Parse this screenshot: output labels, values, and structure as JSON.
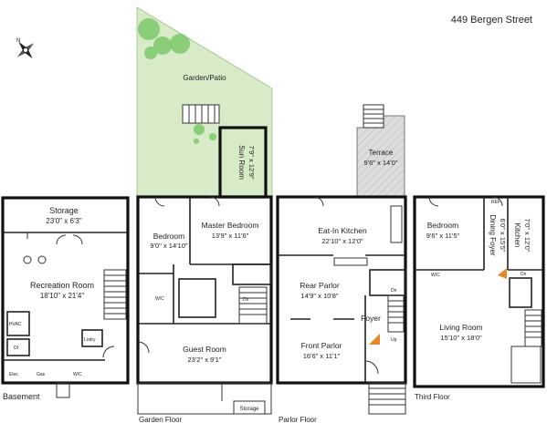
{
  "address": "449 Bergen Street",
  "floors": {
    "basement": {
      "label": "Basement",
      "rooms": [
        {
          "name": "Storage",
          "dims": "23'0\" x 6'3\""
        },
        {
          "name": "Recreation Room",
          "dims": "18'10\" x 21'4\""
        }
      ],
      "small_labels": [
        "HVAC",
        "DI",
        "Lndry",
        "Elec",
        "Gas",
        "W/C"
      ]
    },
    "garden": {
      "label": "Garden Floor",
      "rooms": [
        {
          "name": "Garden/Patio",
          "dims": ""
        },
        {
          "name": "Sun Room",
          "dims": "7'9\" x 12'9\""
        },
        {
          "name": "Bedroom",
          "dims": "9'0\" x 14'10\""
        },
        {
          "name": "Master Bedroom",
          "dims": "13'9\" x 11'6\""
        },
        {
          "name": "Guest Room",
          "dims": "23'2\" x 9'1\""
        },
        {
          "name": "Storage",
          "dims": ""
        }
      ],
      "small_labels": [
        "W/C",
        "Dn"
      ]
    },
    "parlor": {
      "label": "Parlor Floor",
      "rooms": [
        {
          "name": "Terrace",
          "dims": "9'6\" x 14'0\""
        },
        {
          "name": "Eat-In Kitchen",
          "dims": "22'10\" x 12'0\""
        },
        {
          "name": "Rear Parlor",
          "dims": "14'9\" x 10'8\""
        },
        {
          "name": "Foyer",
          "dims": ""
        },
        {
          "name": "Front Parlor",
          "dims": "16'6\" x 11'1\""
        }
      ],
      "small_labels": [
        "Dn",
        "Up"
      ]
    },
    "third": {
      "label": "Third Floor",
      "rooms": [
        {
          "name": "Bedroom",
          "dims": "9'6\" x 11'5\""
        },
        {
          "name": "Dining Foyer",
          "dims": "6'0\" x 15'5\""
        },
        {
          "name": "Kitchen",
          "dims": "7'0\" x 12'0\""
        },
        {
          "name": "Living Room",
          "dims": "15'10\" x 18'0\""
        }
      ],
      "small_labels": [
        "W/C",
        "Dn",
        "REF"
      ]
    }
  },
  "colors": {
    "garden_fill": "#d8ebc9",
    "terrace_fill": "#d9d9d9",
    "tree": "#7cc96b",
    "stair_accent": "#e8862a",
    "bath_fill": "#cfe3ef"
  },
  "icons": [
    "compass-icon"
  ]
}
